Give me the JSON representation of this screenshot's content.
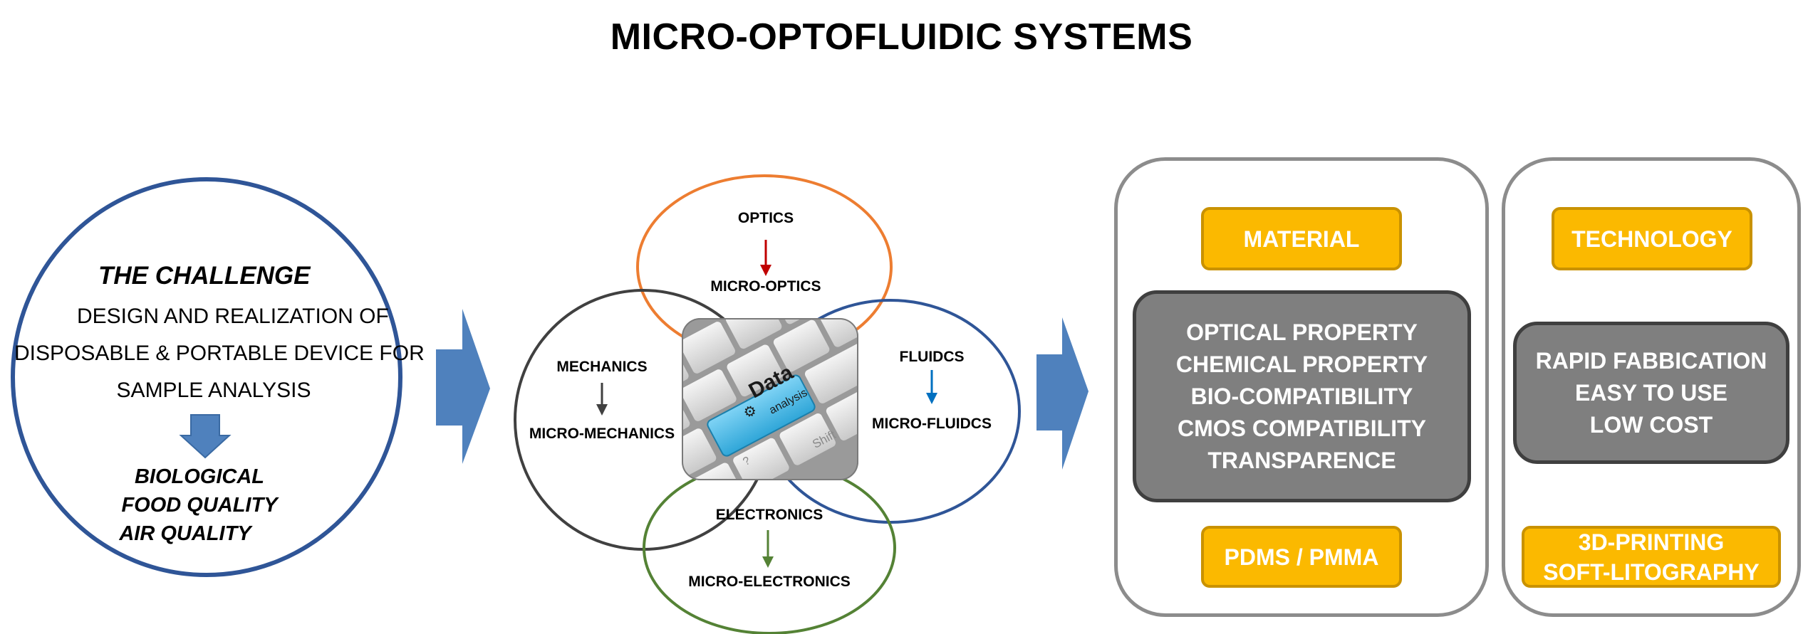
{
  "title": "MICRO-OPTOFLUIDIC SYSTEMS",
  "challenge": {
    "heading": "THE CHALLENGE",
    "lines": [
      "DESIGN AND REALIZATION OF",
      "DISPOSABLE & PORTABLE DEVICE FOR",
      "SAMPLE ANALYSIS"
    ],
    "applications": [
      "BIOLOGICAL",
      "FOOD QUALITY",
      "AIR QUALITY"
    ]
  },
  "venn": {
    "optics": {
      "top": "OPTICS",
      "bottom": "MICRO-OPTICS",
      "color": "#ed7d31",
      "arrow_color": "#c00000"
    },
    "mechanics": {
      "top": "MECHANICS",
      "bottom": "MICRO-MECHANICS",
      "color": "#404040",
      "arrow_color": "#404040"
    },
    "fluidics": {
      "top": "FLUIDCS",
      "bottom": "MICRO-FLUIDCS",
      "color": "#2f5597",
      "arrow_color": "#0070c0"
    },
    "electronics": {
      "top": "ELECTRONICS",
      "bottom": "MICRO-ELECTRONICS",
      "color": "#548235",
      "arrow_color": "#548235"
    },
    "center_image": {
      "key_main": "Data",
      "key_sub": "analysis",
      "key_shift": "Shift",
      "key_question": "?"
    }
  },
  "material_panel": {
    "header": "MATERIAL",
    "properties": [
      "OPTICAL PROPERTY",
      "CHEMICAL PROPERTY",
      "BIO-COMPATIBILITY",
      "CMOS COMPATIBILITY",
      "TRANSPARENCE"
    ],
    "footer": "PDMS / PMMA"
  },
  "technology_panel": {
    "header": "TECHNOLOGY",
    "properties": [
      "RAPID FABBICATION",
      "EASY TO USE",
      "LOW COST"
    ],
    "footer_lines": [
      "3D-PRINTING",
      "SOFT-LITOGRAPHY"
    ]
  },
  "colors": {
    "arrow_blue": "#4f81bd",
    "circle_blue": "#2f5597",
    "yellow": "#fbb900",
    "gray": "#7f7f7f"
  }
}
